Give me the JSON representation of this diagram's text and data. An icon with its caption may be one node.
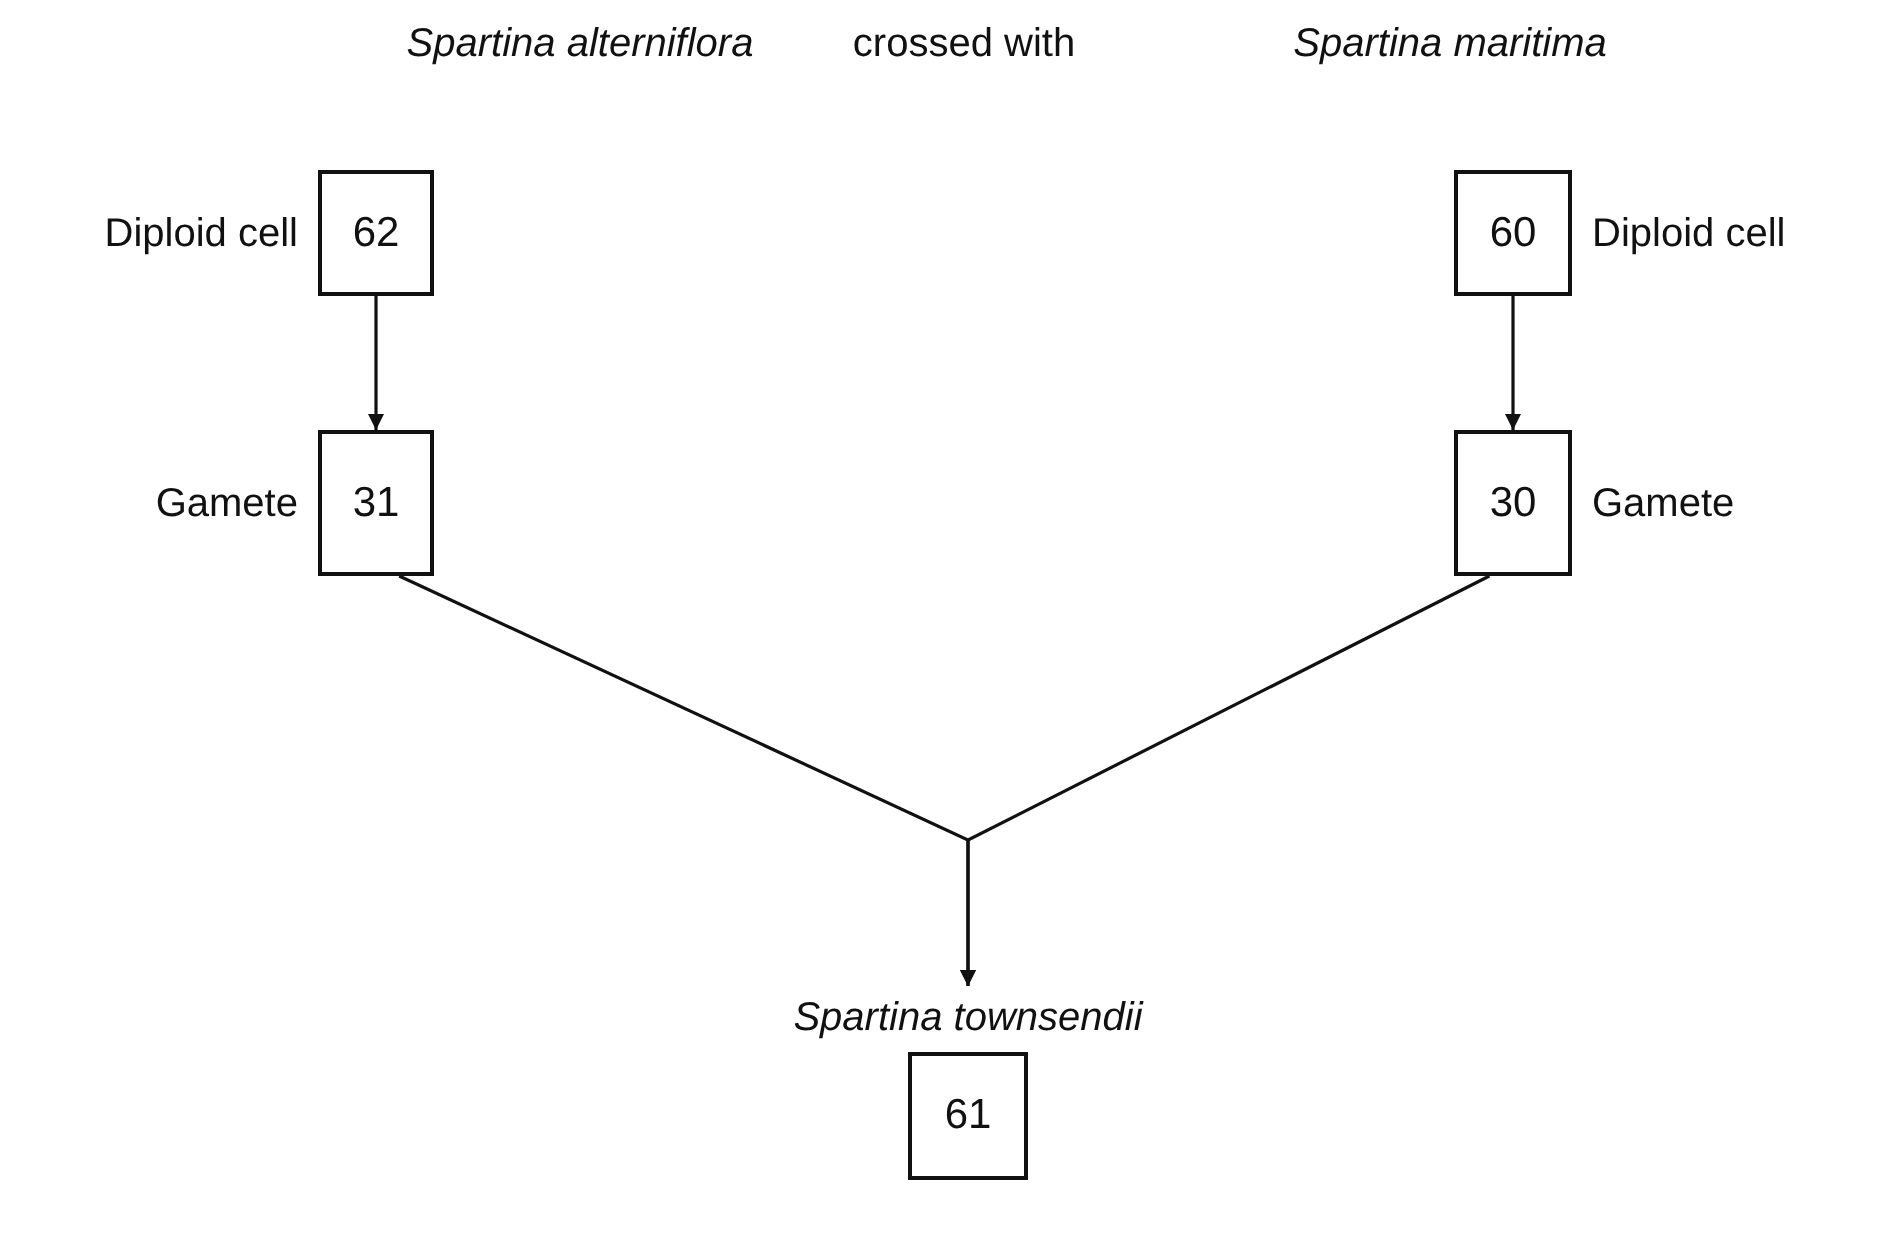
{
  "diagram": {
    "nodes": [
      {
        "text": [
          "62"
        ],
        "beside": [
          "Diploid cell"
        ]
      },
      {
        "text": [
          "31"
        ],
        "beside": [
          "Gamete"
        ]
      },
      {
        "text": [
          "60"
        ],
        "beside": [
          "Diploid cell"
        ]
      },
      {
        "text": [
          "30"
        ],
        "beside": [
          "Gamete"
        ]
      },
      {
        "text": [
          "Spartina townsendii",
          "61"
        ]
      }
    ],
    "edges": [
      {
        "from": 0,
        "to": 1,
        "arrow": "to"
      },
      {
        "from": 2,
        "to": 3,
        "arrow": "to"
      },
      {
        "from": 1,
        "to": 4,
        "arrow": "to"
      },
      {
        "from": 3,
        "to": 4,
        "arrow": "to"
      }
    ],
    "labels": [
      "Spartina alterniflora",
      "crossed with",
      "Spartina maritima"
    ]
  }
}
